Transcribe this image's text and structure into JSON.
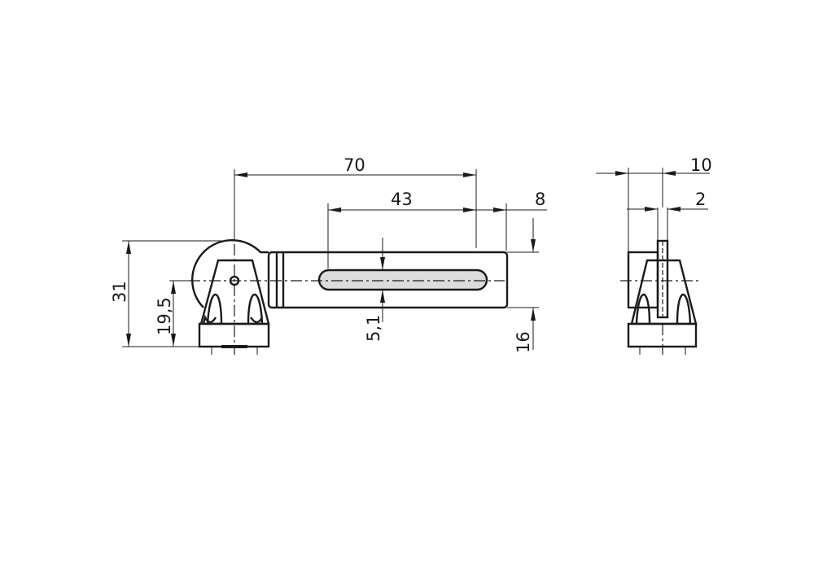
{
  "drawing": {
    "dimensions": {
      "overall_length": "70",
      "slot_length": "43",
      "end_offset": "8",
      "overall_height": "31",
      "pivot_height": "19,5",
      "slot_width": "5,1",
      "arm_height": "16",
      "side_width": "10",
      "plate_thickness": "2"
    },
    "colors": {
      "line": "#1a1a1a",
      "slot_fill": "#dcdcdc"
    }
  }
}
